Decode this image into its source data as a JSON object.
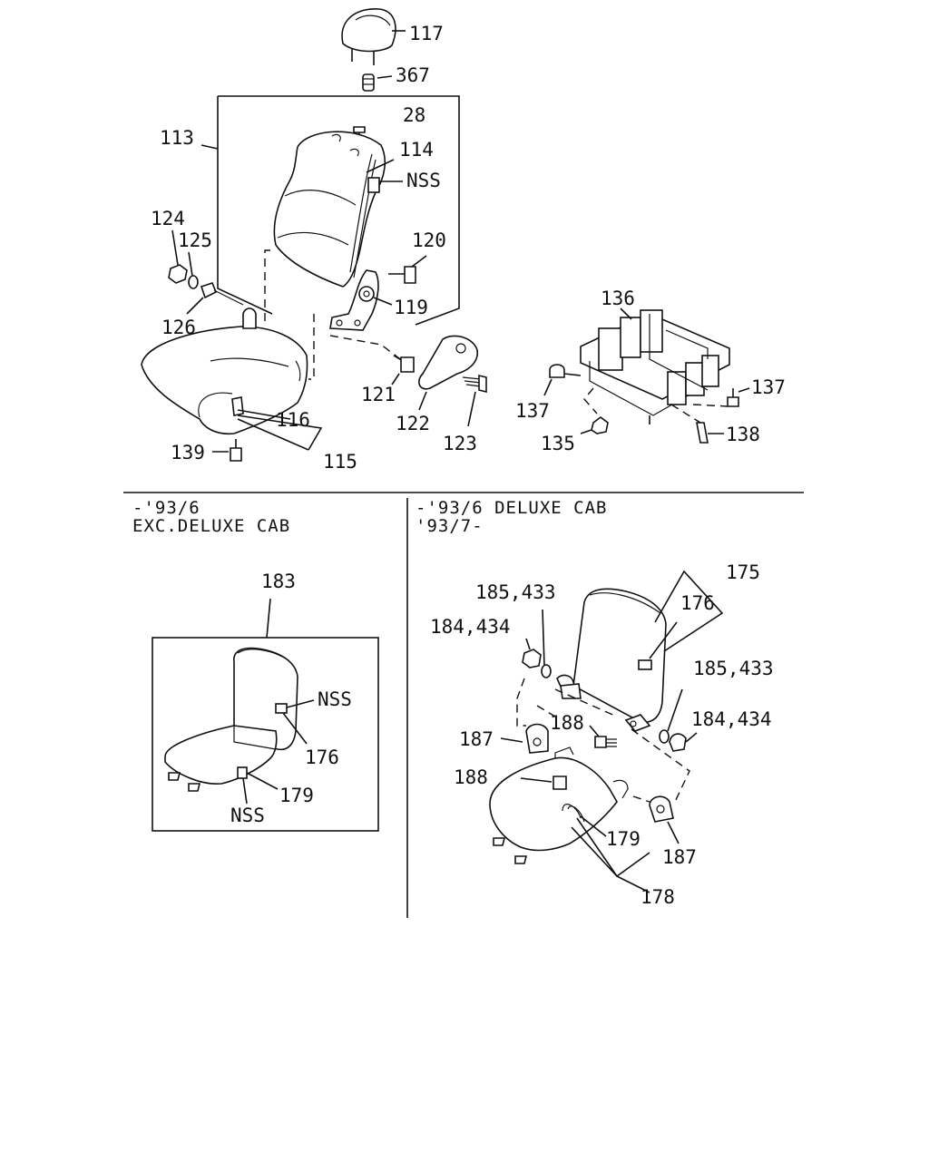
{
  "top_labels": {
    "p117": "117",
    "p367": "367",
    "p28": "28",
    "p113": "113",
    "p114": "114",
    "nss1": "NSS",
    "p120": "120",
    "p124": "124",
    "p125": "125",
    "p126": "126",
    "p119": "119",
    "p121": "121",
    "p122": "122",
    "p123": "123",
    "p116": "116",
    "p115": "115",
    "p139": "139",
    "p136": "136",
    "p137a": "137",
    "p137b": "137",
    "p135": "135",
    "p138": "138"
  },
  "left_panel": {
    "note_line1": "-'93/6",
    "note_line2": "EXC.DELUXE CAB",
    "p183": "183",
    "nss_a": "NSS",
    "p176": "176",
    "p179": "179",
    "nss_b": "NSS"
  },
  "right_panel": {
    "note_line1": "-'93/6 DELUXE CAB",
    "note_line2": "'93/7-",
    "p175": "175",
    "p185a": "185,433",
    "p176": "176",
    "p184a": "184,434",
    "p185b": "185,433",
    "p184b": "184,434",
    "p187a": "187",
    "p188a": "188",
    "p188b": "188",
    "p179": "179",
    "p187b": "187",
    "p178": "178"
  }
}
